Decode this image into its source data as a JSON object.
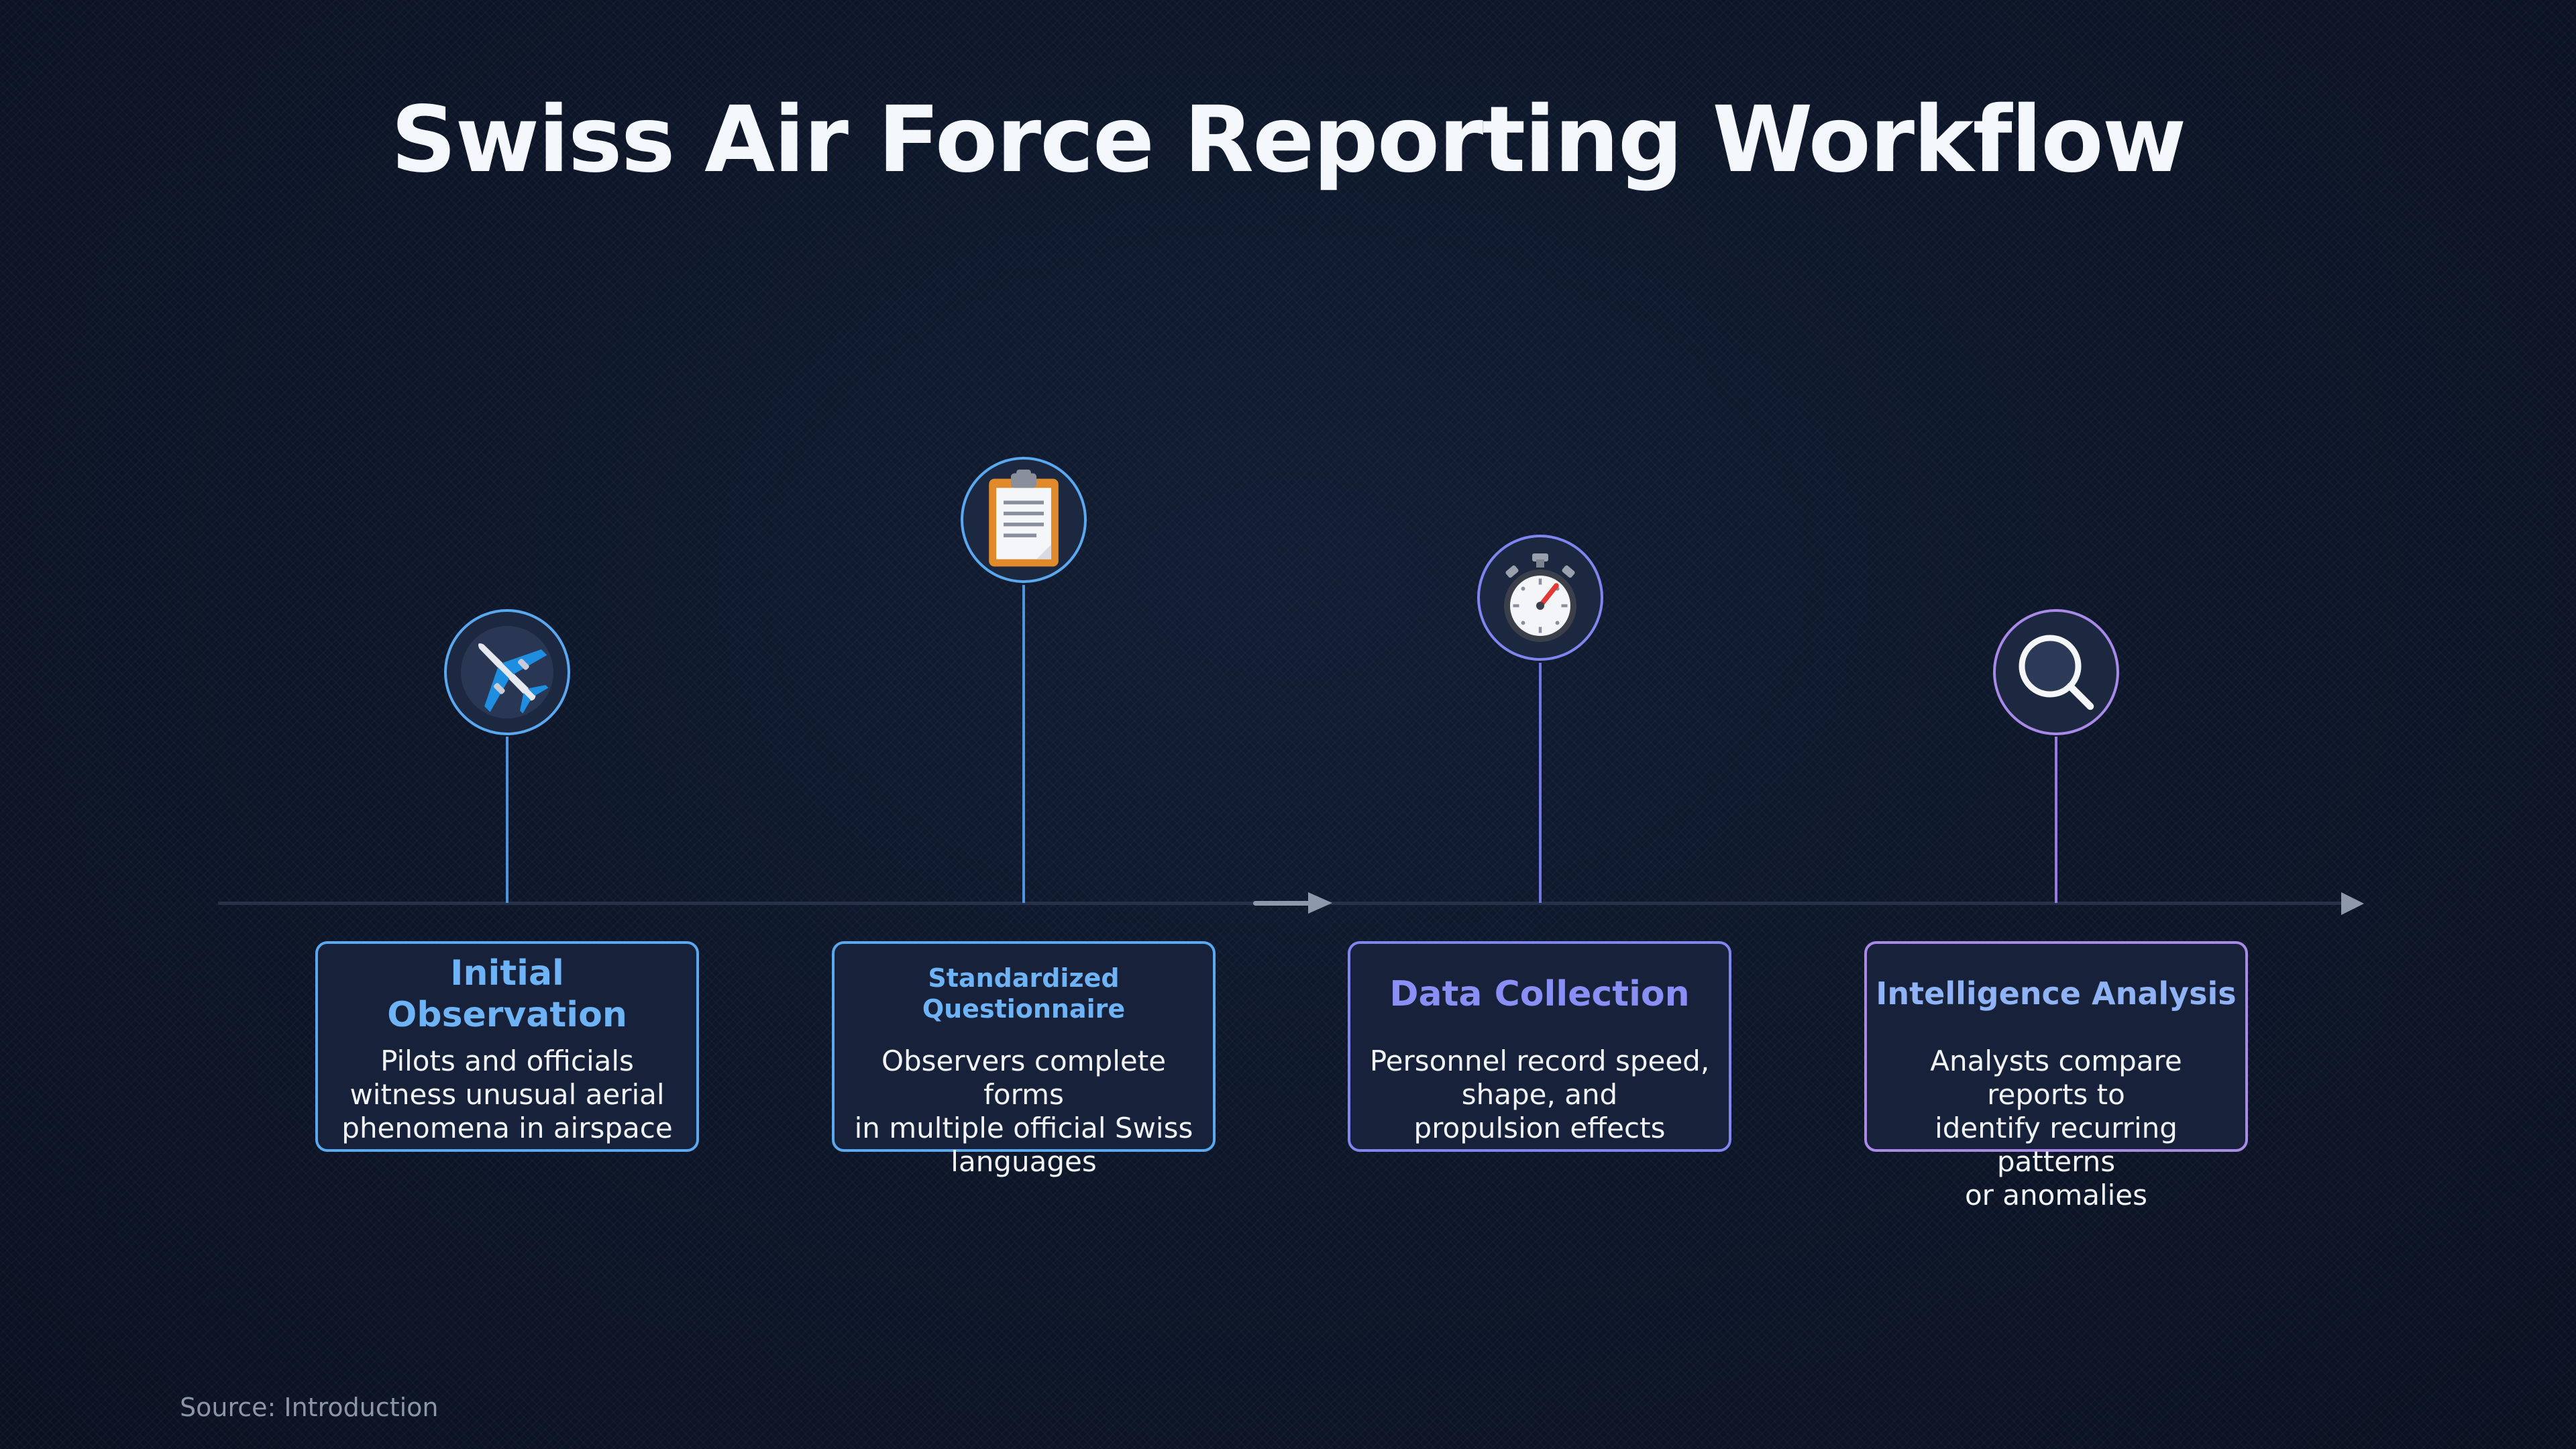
{
  "title": "Swiss Air Force Reporting Workflow",
  "source": "Source: Introduction",
  "colors": {
    "background": "#0d1628",
    "axis": "#263148",
    "arrow": "#8d98aa",
    "step_1": "#5aa9f0",
    "step_2": "#5aa9f0",
    "step_3": "#7f86f0",
    "step_4": "#a98ae8"
  },
  "steps": [
    {
      "icon": "airplane-icon",
      "title": "Initial Observation",
      "description": [
        "Pilots and officials",
        "witness unusual aerial",
        "phenomena in airspace"
      ]
    },
    {
      "icon": "clipboard-icon",
      "title": [
        "Standardized",
        "Questionnaire"
      ],
      "description": [
        "Observers complete forms",
        "in multiple official Swiss",
        "languages"
      ]
    },
    {
      "icon": "stopwatch-icon",
      "title": "Data Collection",
      "description": [
        "Personnel record speed,",
        "shape, and",
        "propulsion effects"
      ]
    },
    {
      "icon": "magnifying-glass-icon",
      "title": "Intelligence Analysis",
      "description": [
        "Analysts compare reports to",
        "identify recurring patterns",
        "or anomalies"
      ]
    }
  ]
}
